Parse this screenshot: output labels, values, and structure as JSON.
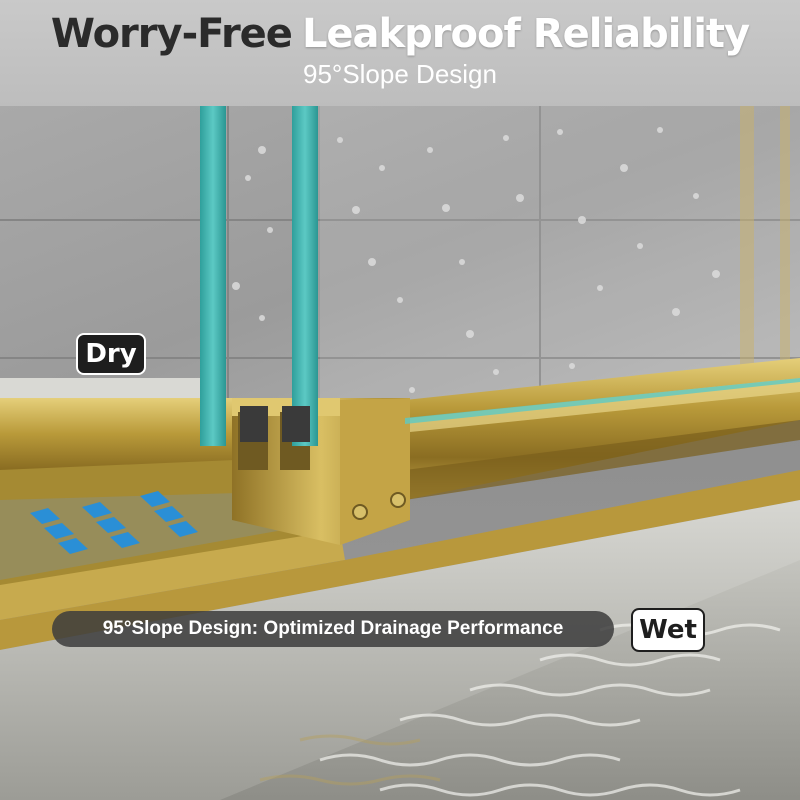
{
  "header": {
    "headline_dark": "Worry-Free",
    "headline_light": "Leakproof Reliability",
    "subhead": "95°Slope Design"
  },
  "labels": {
    "dry": "Dry",
    "wet": "Wet",
    "caption": "95°Slope Design: Optimized Drainage Performance"
  },
  "colors": {
    "glass": "#3fb3b0",
    "brass": "#b99a3a",
    "arrow": "#2a8fd6"
  }
}
